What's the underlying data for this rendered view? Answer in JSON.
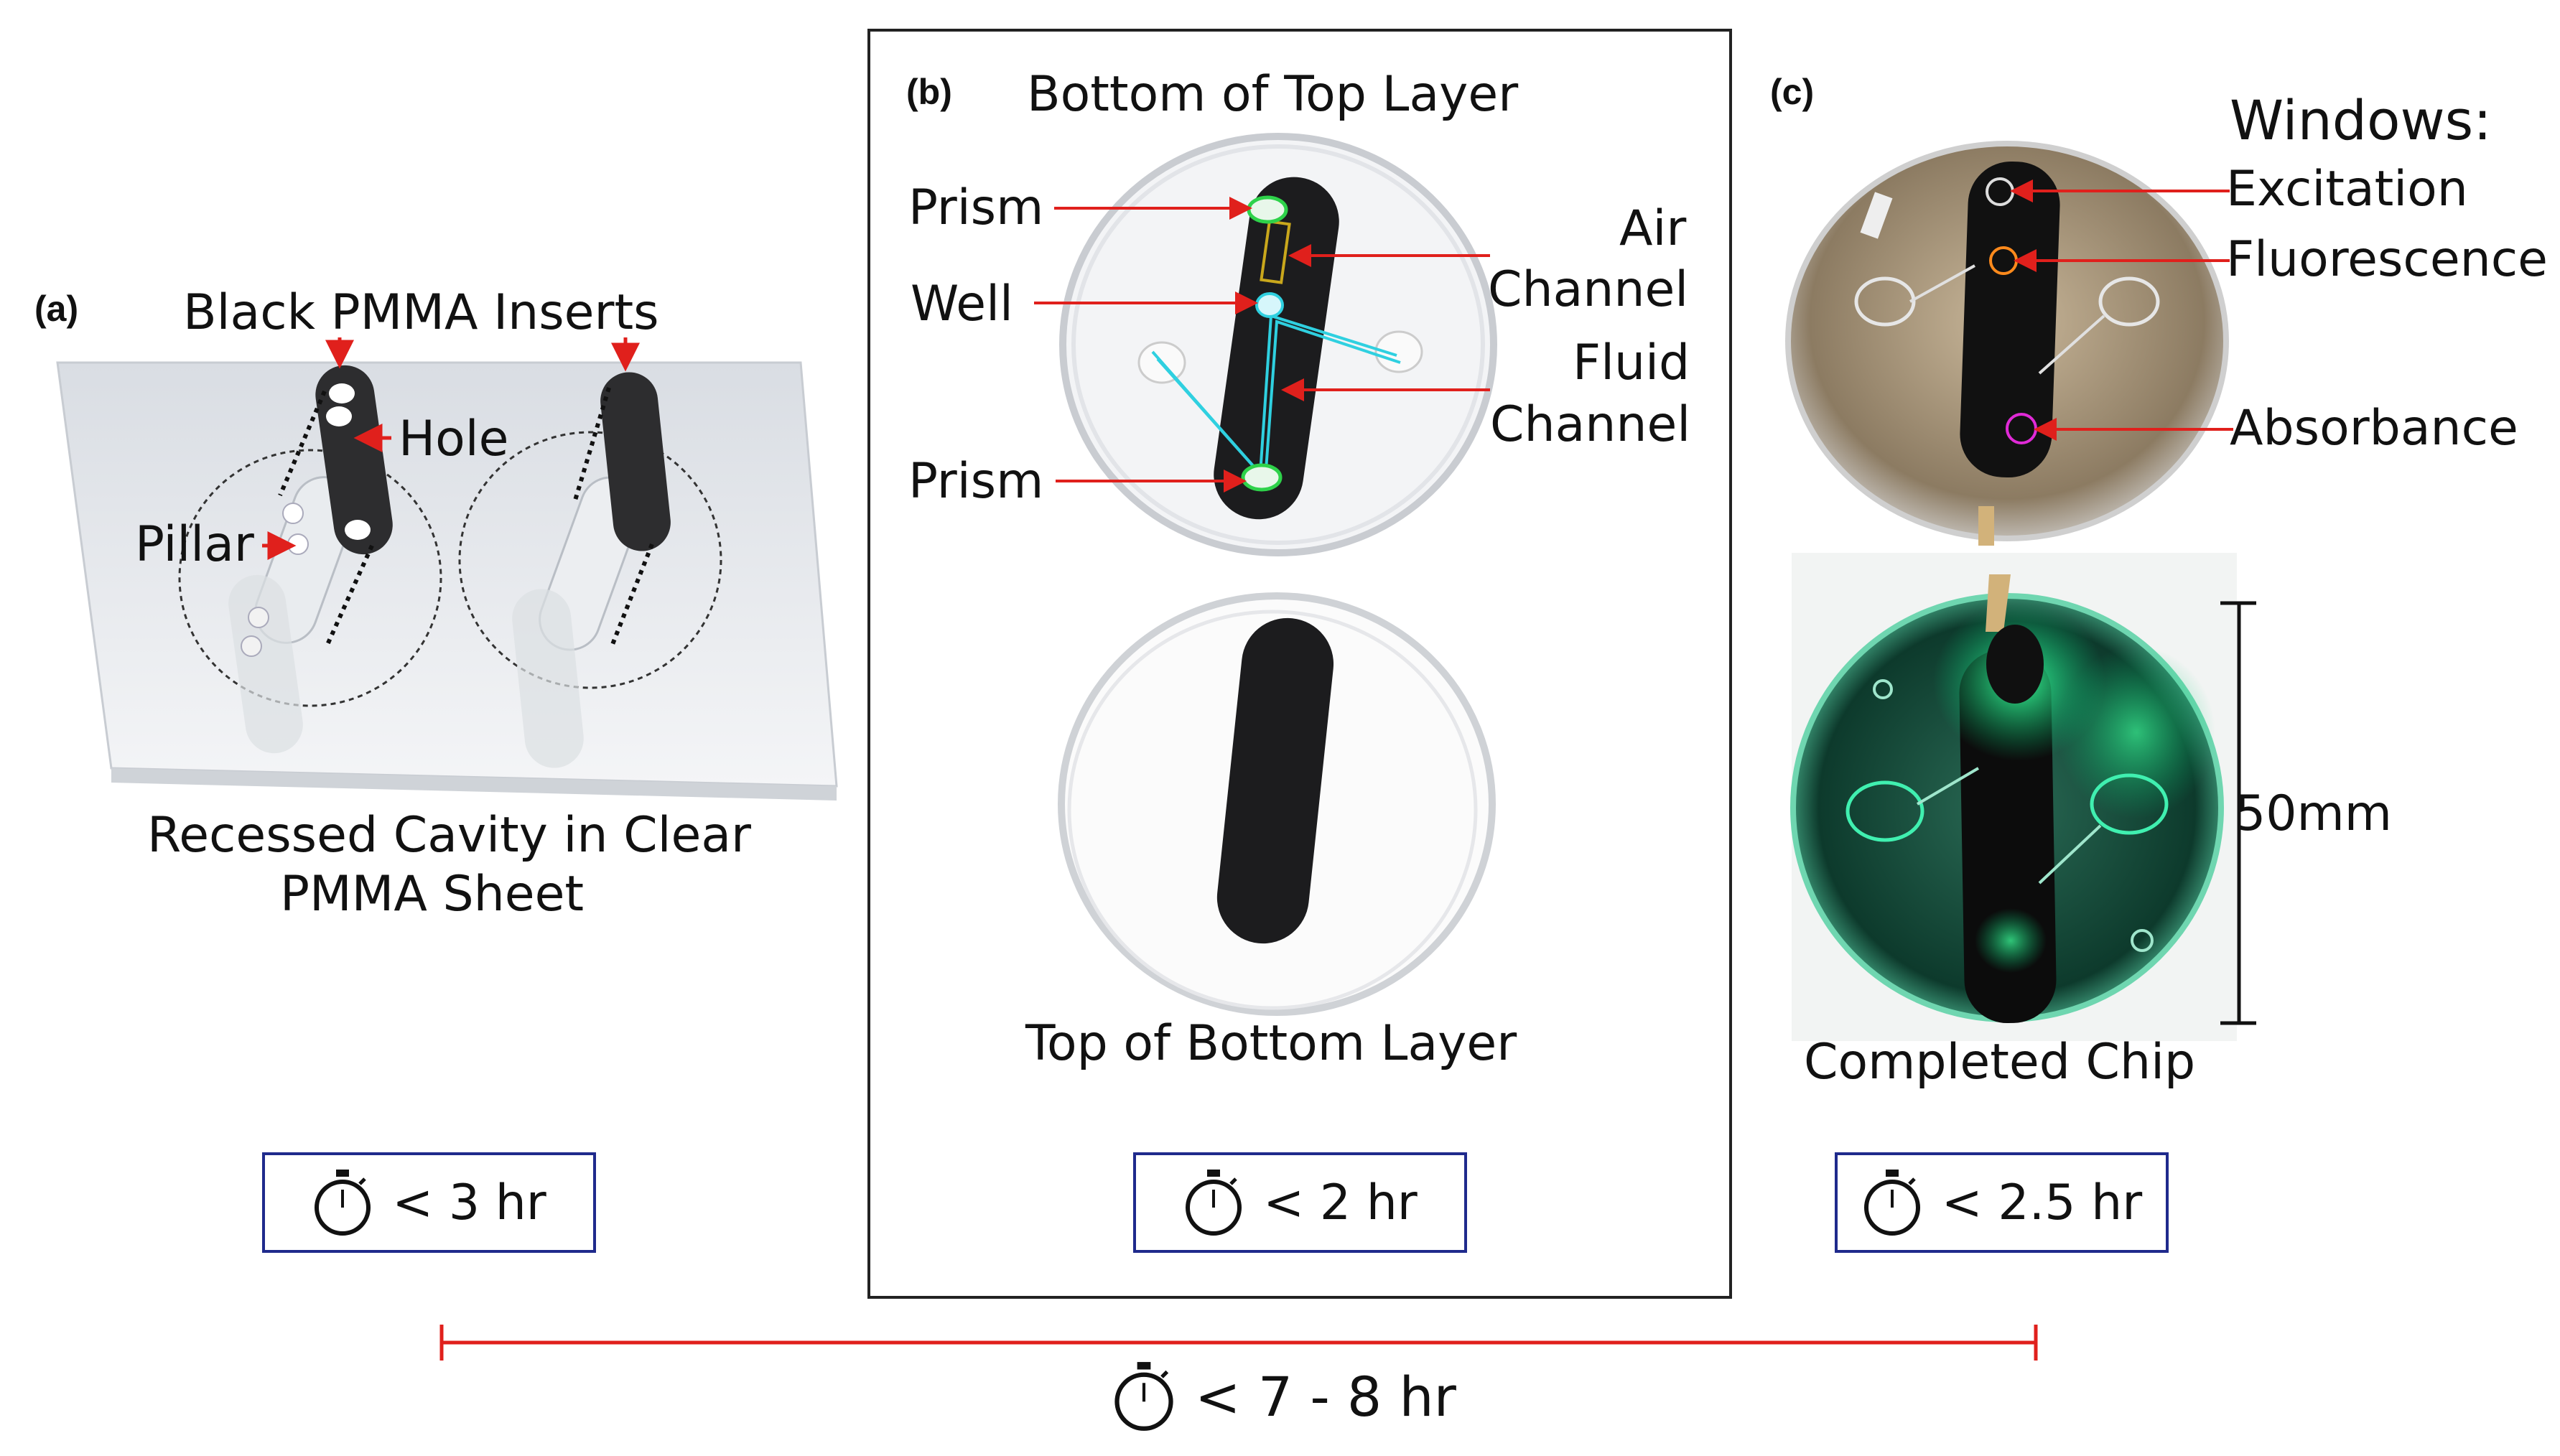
{
  "panel_a": {
    "tag": "(a)",
    "inserts_label": "Black PMMA Inserts",
    "hole_label": "Hole",
    "pillar_label": "Pillar",
    "caption_line1": "Recessed Cavity in Clear",
    "caption_line2": "PMMA Sheet",
    "time": "< 3 hr"
  },
  "panel_b": {
    "tag": "(b)",
    "top_title": "Bottom of Top Layer",
    "prism_top": "Prism",
    "well": "Well",
    "prism_bottom": "Prism",
    "air_line1": "Air",
    "air_line2": "Channel",
    "fluid_line1": "Fluid",
    "fluid_line2": "Channel",
    "bottom_title": "Top of Bottom Layer",
    "time": "< 2 hr"
  },
  "panel_c": {
    "tag": "(c)",
    "windows": "Windows:",
    "excitation": "Excitation",
    "fluorescence": "Fluorescence",
    "absorbance": "Absorbance",
    "scale": "50mm",
    "caption": "Completed Chip",
    "time": "< 2.5 hr"
  },
  "total_time": "< 7 - 8 hr",
  "colors": {
    "arrow": "#e0201c",
    "timebox_border": "#1f2a8c",
    "channel": "#2fd0e0",
    "glow": "#1fd07a"
  }
}
